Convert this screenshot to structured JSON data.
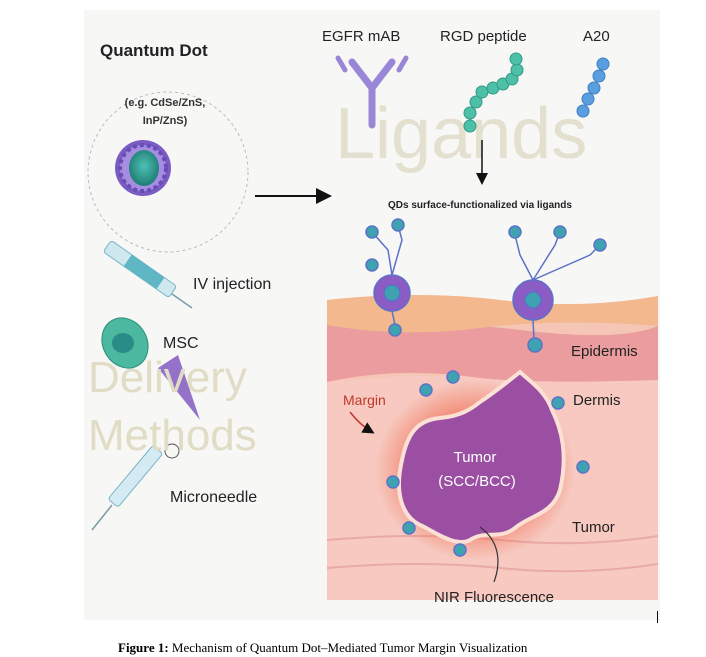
{
  "figure": {
    "quantum_dot": {
      "title": "Quantum Dot",
      "example_line1": "(e.g. CdSe/ZnS,",
      "example_line2": "InP/ZnS)"
    },
    "ligands": {
      "watermark": "Ligands",
      "items": [
        "EGFR mAB",
        "RGD peptide",
        "A20"
      ],
      "result_label": "QDs surface-functionalized via ligands"
    },
    "delivery": {
      "watermark_line1": "Delivery",
      "watermark_line2": "Methods",
      "items": [
        "IV injection",
        "MSC",
        "Microneedle"
      ]
    },
    "skin": {
      "epidermis": "Epidermis",
      "dermis": "Dermis",
      "tumor_layer": "Tumor",
      "margin": "Margin",
      "tumor_line1": "Tumor",
      "tumor_line2": "(SCC/BCC)",
      "nir": "NIR Fluorescence"
    },
    "colors": {
      "qd_core": "#2f9e93",
      "shell": "#8a6cd0",
      "antibody": "#9a86d6",
      "rgd": "#4fc0a8",
      "a20": "#5b9ee0",
      "tumor": "#9b4fa3",
      "margin_glow": "#f05a3a"
    }
  },
  "caption": {
    "label": "Figure 1:",
    "text": "Mechanism of Quantum Dot–Mediated Tumor Margin Visualization"
  }
}
